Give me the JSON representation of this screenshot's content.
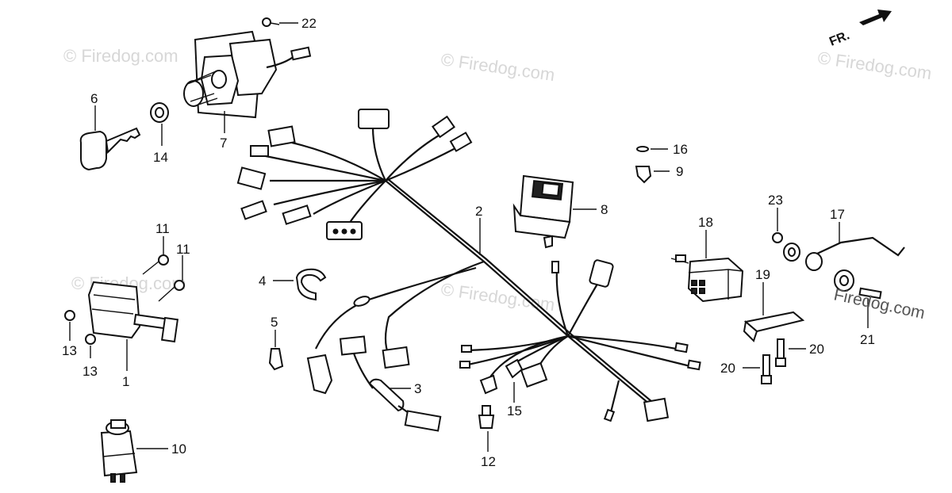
{
  "watermarks": [
    "© Firedog.com",
    "© Firedog.com",
    "© Firedog.com",
    "© Firedog.com",
    "© Firedog.com",
    "Firedog.com"
  ],
  "direction_label": "FR.",
  "callouts": {
    "c1": "1",
    "c2": "2",
    "c3": "3",
    "c4": "4",
    "c5": "5",
    "c6": "6",
    "c7": "7",
    "c8": "8",
    "c9": "9",
    "c10": "10",
    "c11a": "11",
    "c11b": "11",
    "c12": "12",
    "c13a": "13",
    "c13b": "13",
    "c14": "14",
    "c15": "15",
    "c16": "16",
    "c17": "17",
    "c18": "18",
    "c19": "19",
    "c20a": "20",
    "c20b": "20",
    "c21": "21",
    "c22": "22",
    "c23": "23"
  }
}
